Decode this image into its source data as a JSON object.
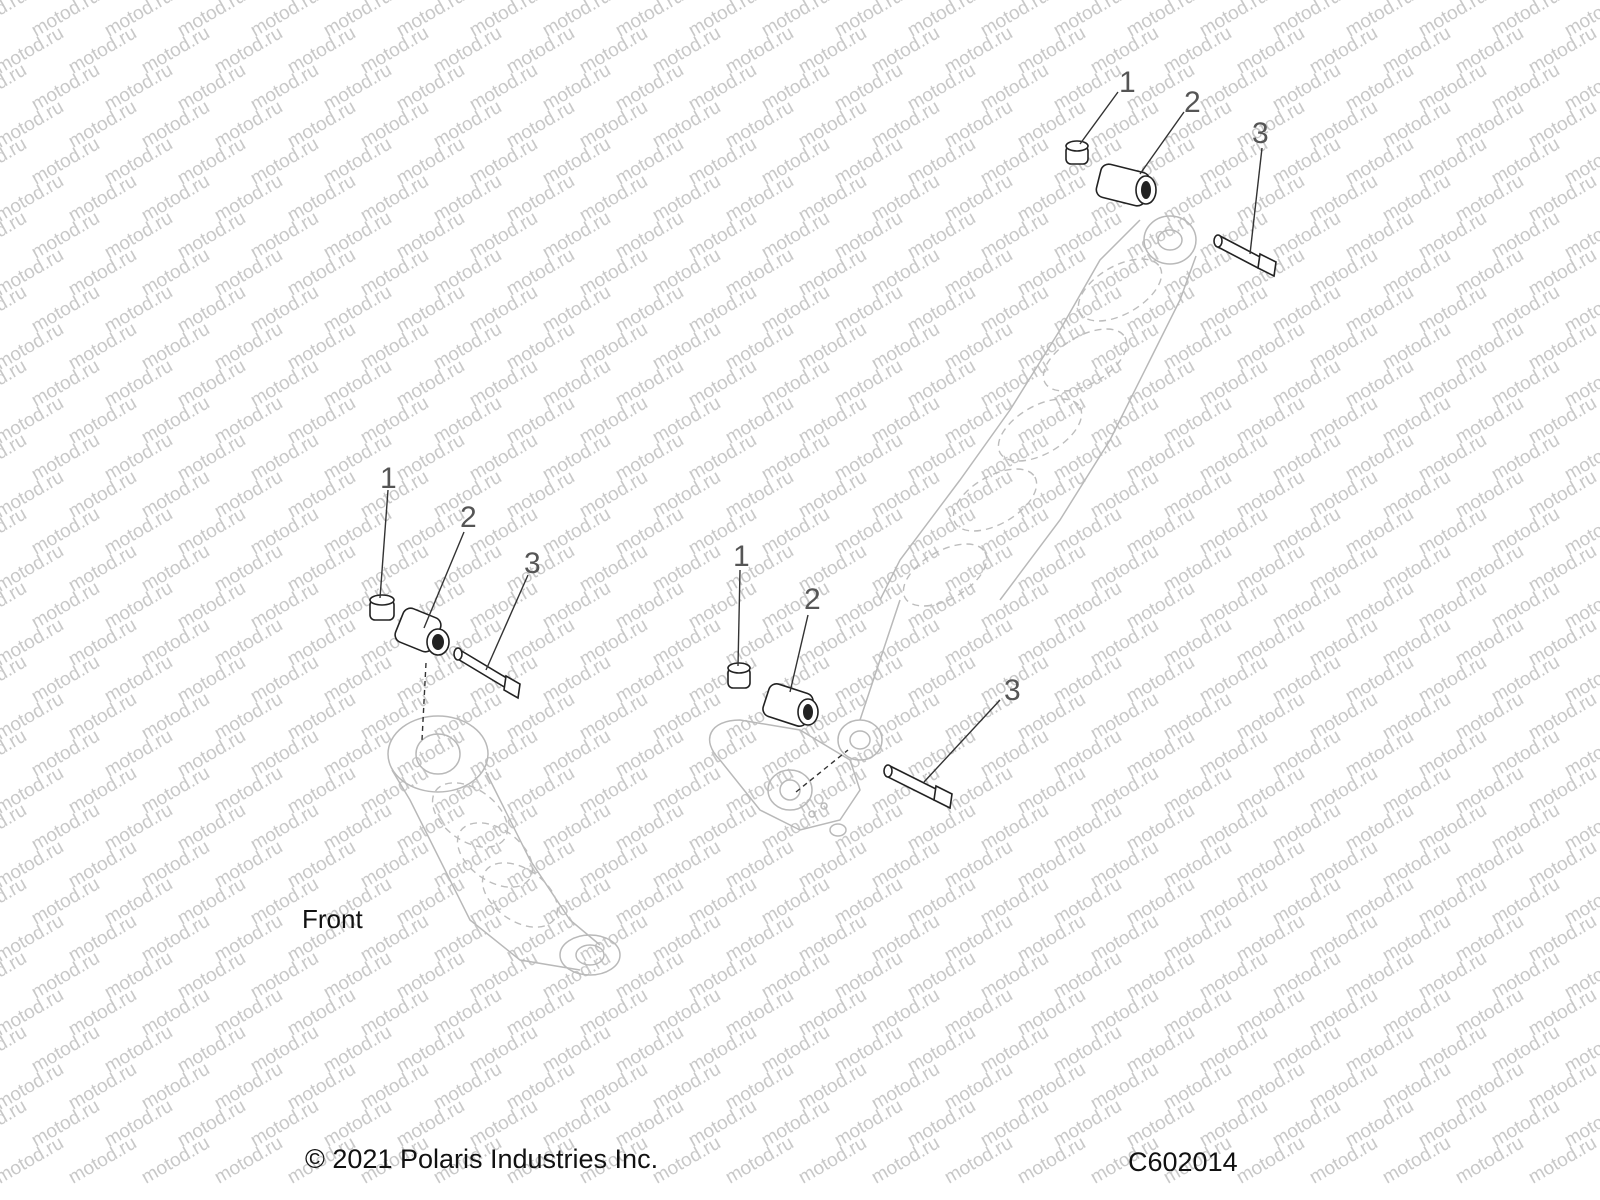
{
  "watermark_text": "motod.ru",
  "labels": {
    "front": "Front",
    "copyright": "© 2021 Polaris Industries Inc.",
    "drawing_code": "C602014"
  },
  "callouts": {
    "nut": "1",
    "bushing": "2",
    "bolt": "3"
  },
  "colors": {
    "parts": "#222222",
    "ghost": "#b9b9b9",
    "callout": "#555555",
    "watermark": "#c8c8c8"
  }
}
